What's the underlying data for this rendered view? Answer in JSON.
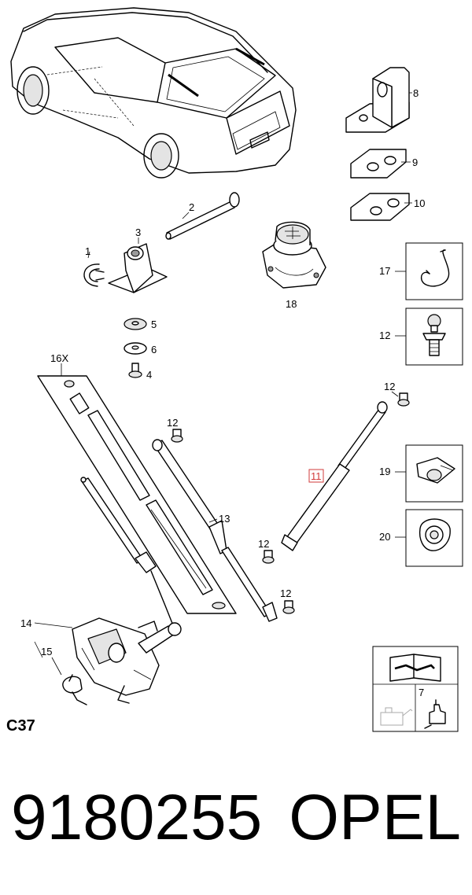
{
  "diagram": {
    "page_code": "C37",
    "callouts": {
      "c1": "1",
      "c2": "2",
      "c3": "3",
      "c4": "4",
      "c5": "5",
      "c6": "6",
      "c7": "7",
      "c8": "8",
      "c9": "9",
      "c10": "10",
      "c11": "11",
      "c12a": "12",
      "c12b": "12",
      "c12c": "12",
      "c12d": "12",
      "c12e": "12",
      "c13": "13",
      "c14": "14",
      "c15": "15",
      "c16x": "16X",
      "c17": "17",
      "c18": "18",
      "c19": "19",
      "c20": "20"
    },
    "highlight_color": "#d23b3b"
  },
  "footer": {
    "part_number": "9180255",
    "brand": "OPEL"
  }
}
